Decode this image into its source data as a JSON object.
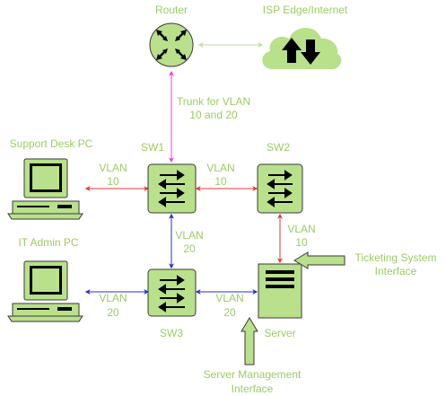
{
  "nodes": {
    "router": {
      "label": "Router"
    },
    "isp": {
      "label": "ISP Edge/Internet"
    },
    "sw1": {
      "label": "SW1"
    },
    "sw2": {
      "label": "SW2"
    },
    "sw3": {
      "label": "SW3"
    },
    "support_pc": {
      "label": "Support Desk PC"
    },
    "it_admin_pc": {
      "label": "IT Admin PC"
    },
    "server": {
      "label": "Server"
    }
  },
  "links": {
    "trunk": {
      "line1": "Trunk for VLAN",
      "line2": "10 and 20"
    },
    "pc_sw1": {
      "line1": "VLAN",
      "line2": "10"
    },
    "sw1_sw2": {
      "line1": "VLAN",
      "line2": "10"
    },
    "sw1_sw3": {
      "line1": "VLAN",
      "line2": "20"
    },
    "sw2_server": {
      "line1": "VLAN",
      "line2": "10"
    },
    "admin_sw3": {
      "line1": "VLAN",
      "line2": "20"
    },
    "sw3_server": {
      "line1": "VLAN",
      "line2": "20"
    }
  },
  "interfaces": {
    "ticketing": {
      "line1": "Ticketing System",
      "line2": "Interface"
    },
    "server_mgmt": {
      "line1": "Server Management",
      "line2": "Interface"
    }
  },
  "colors": {
    "device_fill": "#b9e08a",
    "device_stroke": "#3a3a3a",
    "trunk_link": "#e83fe8",
    "vlan10_link": "#e53935",
    "vlan20_link": "#2230c8",
    "router_isp_link": "#b9e0a0",
    "label_text": "#9ccc65"
  }
}
